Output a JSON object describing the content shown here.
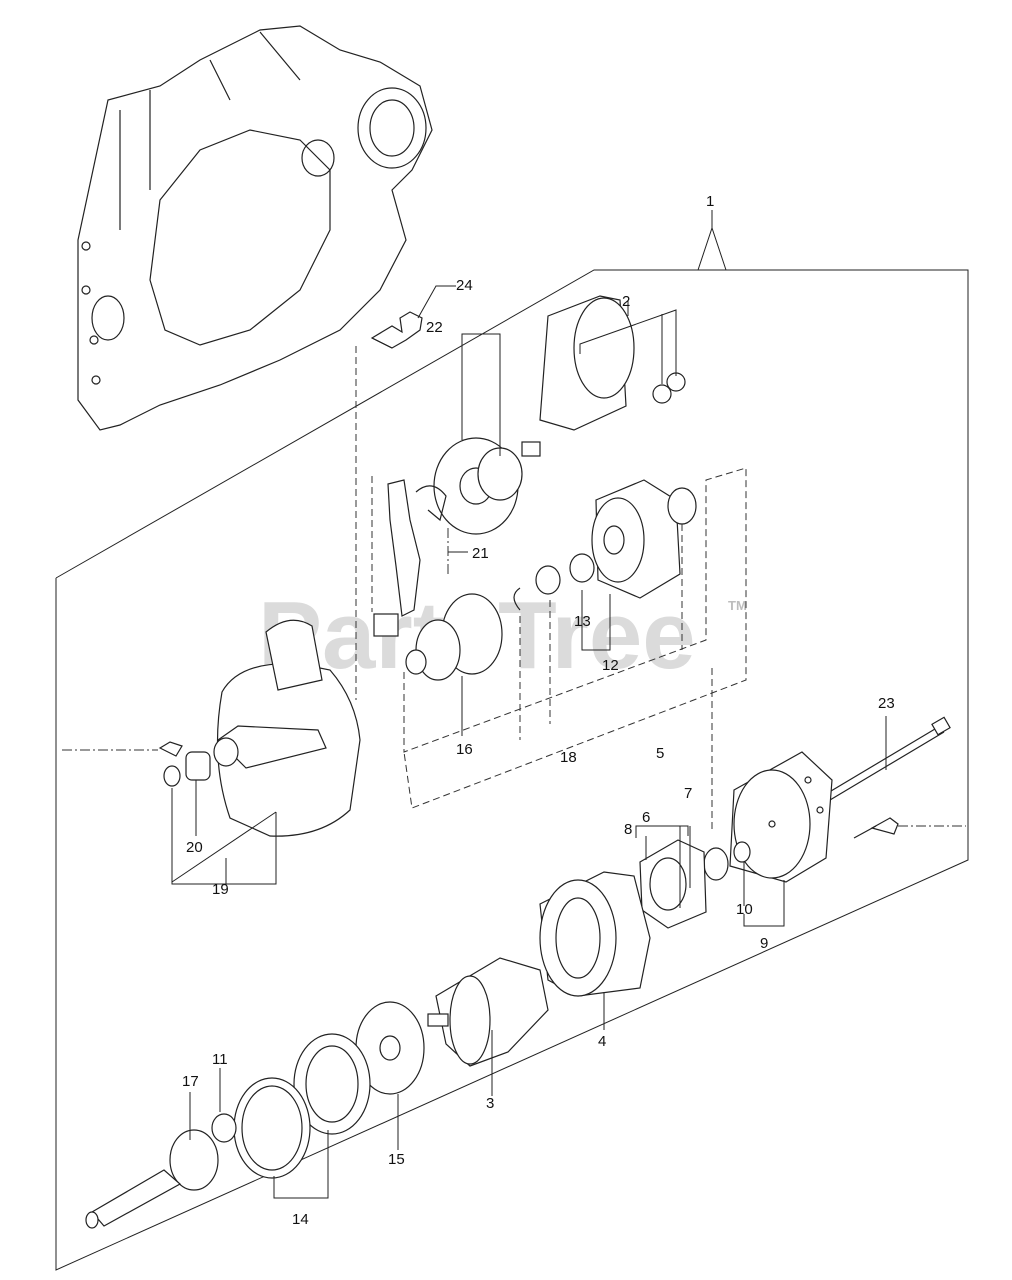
{
  "watermark": {
    "brand": "PartsTree",
    "trademark": "TM",
    "color": "#c8c8c8"
  },
  "callouts": {
    "c1": "1",
    "c2": "2",
    "c3": "3",
    "c4": "4",
    "c5": "5",
    "c6": "6",
    "c7": "7",
    "c8": "8",
    "c9": "9",
    "c10": "10",
    "c11": "11",
    "c12": "12",
    "c13": "13",
    "c14": "14",
    "c15": "15",
    "c16": "16",
    "c17": "17",
    "c18": "18",
    "c19": "19",
    "c20": "20",
    "c21": "21",
    "c22": "22",
    "c23": "23",
    "c24": "24"
  }
}
